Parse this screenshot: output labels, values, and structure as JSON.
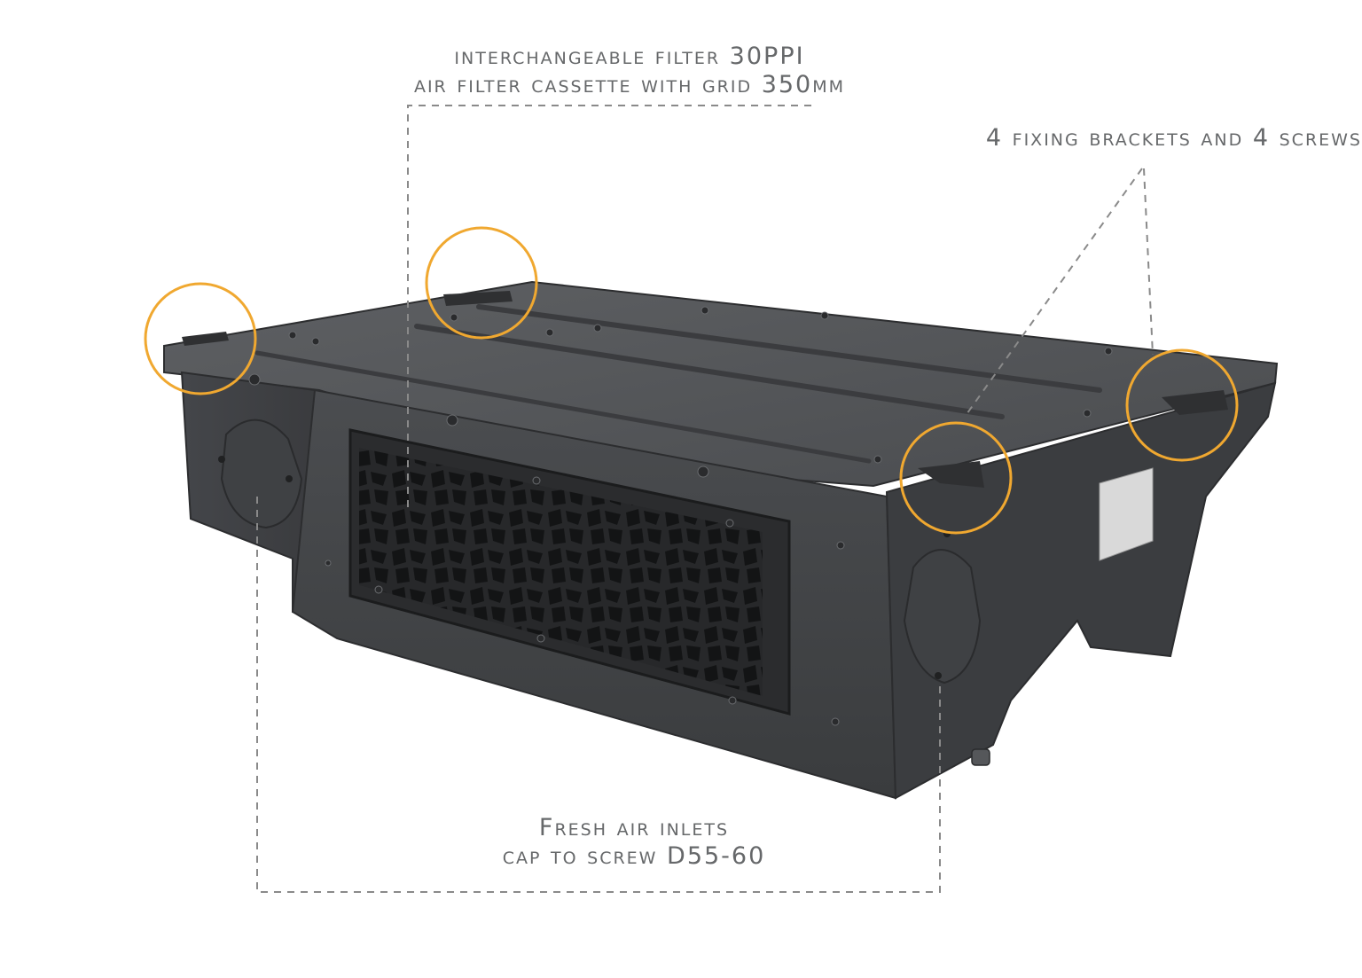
{
  "callouts": {
    "filter": {
      "line1": "interchangeable filter 30PPI",
      "line2": "air filter cassette with grid 350mm"
    },
    "brackets": {
      "line1": "4 fixing brackets and 4 screws"
    },
    "inlets": {
      "line1": "Fresh air inlets",
      "line2": "cap to screw D55-60"
    }
  },
  "colors": {
    "label_text": "#66686a",
    "dashed_leader": "#8a8a8a",
    "highlight_ring": "#f0a830",
    "body_dark": "#3a3b3d",
    "top_panel": "#55575a",
    "grille": "#1f2022"
  },
  "icons": {
    "fixing-bracket-highlight": "orange-circle-outline",
    "fresh-air-inlet-cap": "round-screw-cap"
  }
}
